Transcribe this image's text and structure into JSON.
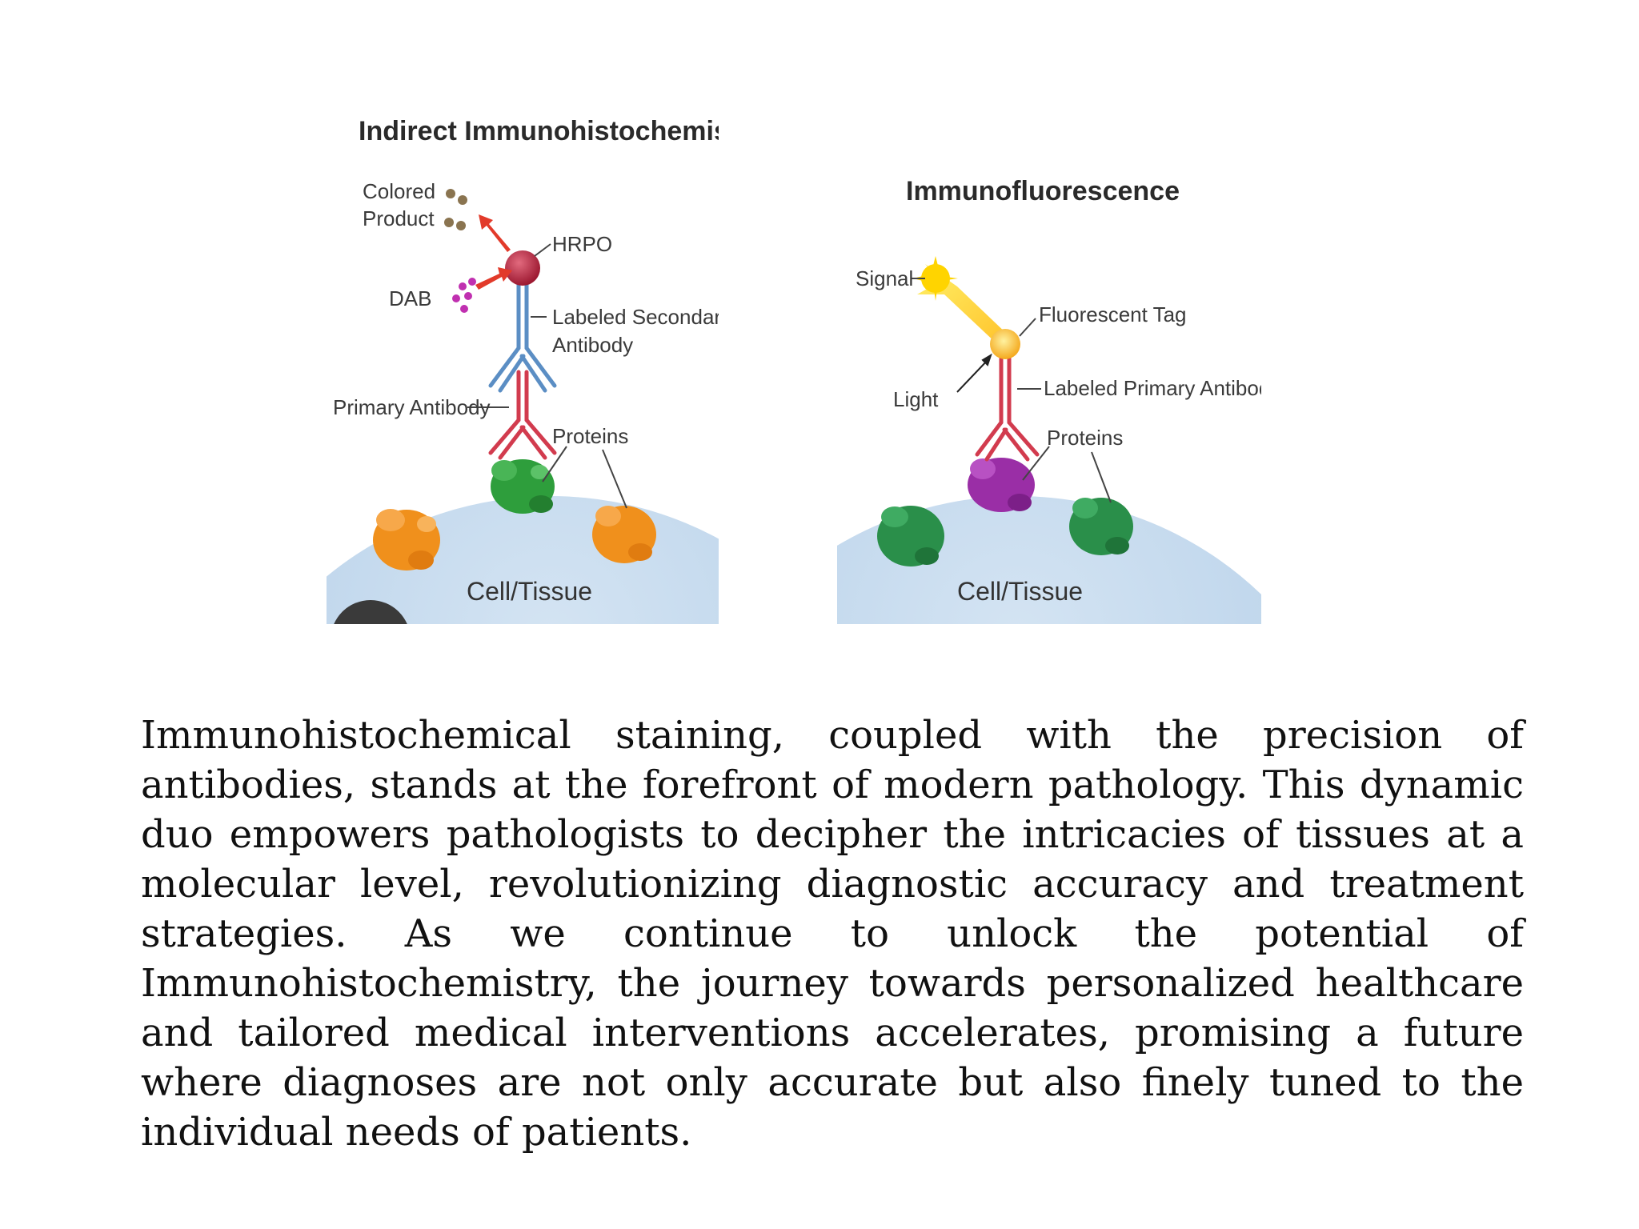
{
  "left_figure": {
    "title": "Indirect Immunohistochemistry",
    "colored_label_1": "Colored",
    "colored_label_2": "Product",
    "hrpo_label": "HRPO",
    "dab_label": "DAB",
    "secondary_label_1": "Labeled Secondary",
    "secondary_label_2": "Antibody",
    "primary_label": "Primary Antibody",
    "proteins_label": "Proteins",
    "cell_label": "Cell/Tissue"
  },
  "right_figure": {
    "title": "Immunofluorescence",
    "signal_label": "Signal",
    "tag_label": "Fluorescent Tag",
    "light_label": "Light",
    "primary_label": "Labeled Primary Antibody",
    "proteins_label": "Proteins",
    "cell_label": "Cell/Tissue"
  },
  "paragraph": "Immunohistochemical staining, coupled with the precision of antibodies, stands at the forefront of modern pathology. This dynamic duo empowers pathologists to decipher the intricacies of tissues at a molecular level, revolutionizing diagnostic accuracy and treatment strategies. As we continue to unlock the potential of Immunohistochemistry, the journey towards personalized healthcare and tailored medical interventions accelerates, promising a future where diagnoses are not only accurate but also finely tuned to the individual needs of patients.",
  "colors": {
    "cell": "#b9d3ea",
    "secondary_antibody": "#5b8ec4",
    "primary_antibody": "#d23b4e",
    "protein_green": "#2e9e3c",
    "protein_orange": "#f0901c",
    "protein_purple": "#9a2ea6",
    "hrpo": "#9c1830",
    "dab": "#c030b0",
    "colored_product": "#8a7450",
    "signal": "#ffd400",
    "arrow": "#e23a2a"
  }
}
